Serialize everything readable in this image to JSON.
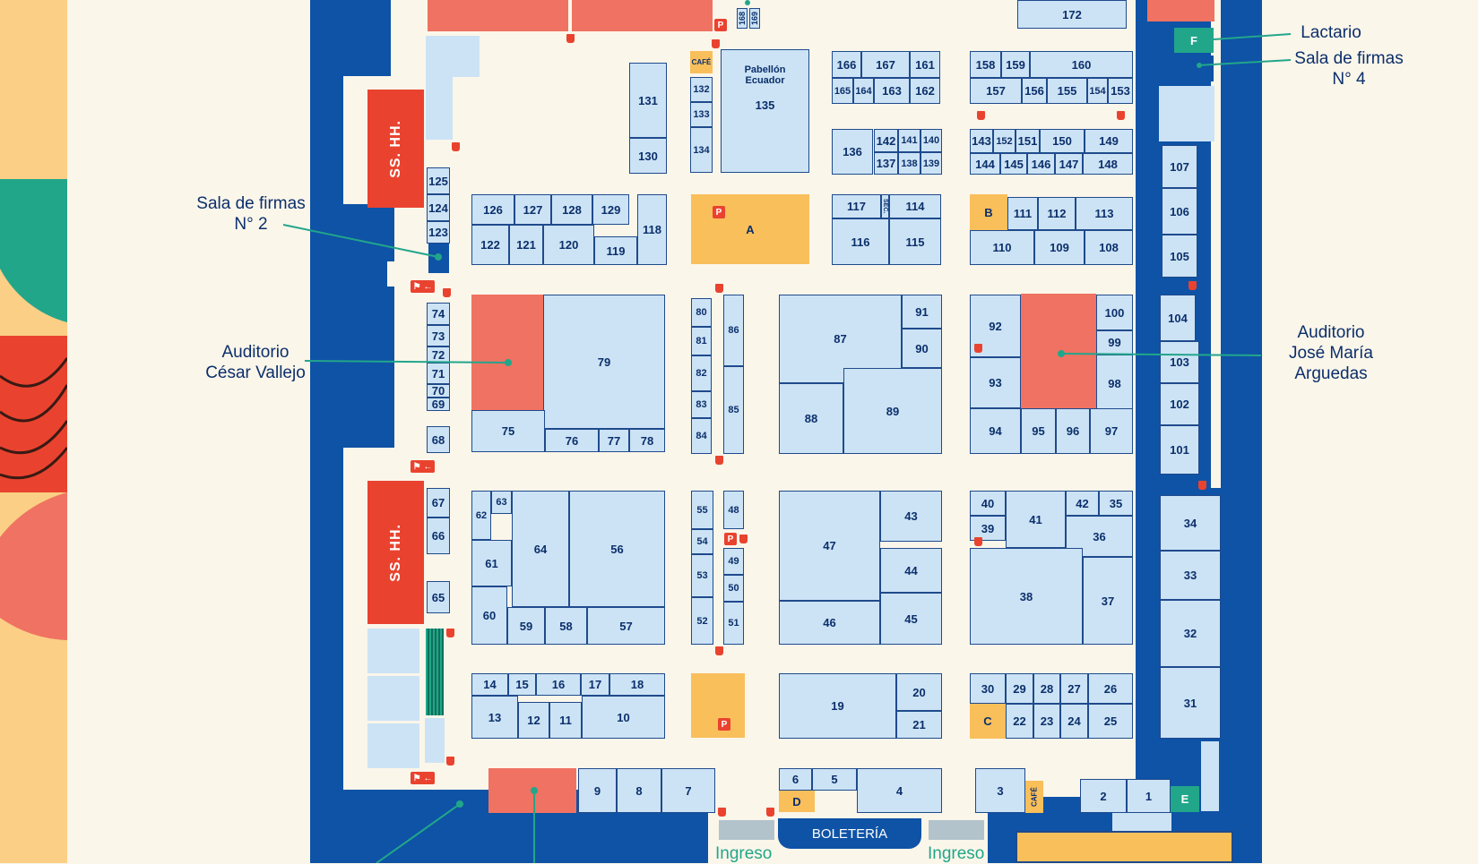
{
  "callouts": {
    "lactario": "Lactario",
    "sala4_line1": "Sala de firmas",
    "sala4_line2": "N° 4",
    "sala2_line1": "Sala de firmas",
    "sala2_line2": "N° 2",
    "cv_line1": "Auditorio",
    "cv_line2": "César Vallejo",
    "jma_line1": "Auditorio",
    "jma_line2": "José María",
    "jma_line3": "Arguedas"
  },
  "restrooms": "SS. HH.",
  "boleteria": "BOLETERÍA",
  "ingreso": "Ingreso",
  "cafe": "CAFÉ",
  "pabellon_line1": "Pabellón",
  "pabellon_line2": "Ecuador",
  "zones": {
    "a": "A",
    "b": "B",
    "c": "C",
    "d": "D",
    "e": "E",
    "f": "F"
  },
  "sec": "SEC.",
  "booth_labels": [
    "1",
    "2",
    "3",
    "4",
    "5",
    "6",
    "7",
    "8",
    "9",
    "10",
    "11",
    "12",
    "13",
    "14",
    "15",
    "16",
    "17",
    "18",
    "19",
    "20",
    "21",
    "22",
    "23",
    "24",
    "25",
    "26",
    "27",
    "28",
    "29",
    "30",
    "31",
    "32",
    "33",
    "34",
    "35",
    "36",
    "37",
    "38",
    "39",
    "40",
    "41",
    "42",
    "43",
    "44",
    "45",
    "46",
    "47",
    "48",
    "49",
    "50",
    "51",
    "52",
    "53",
    "54",
    "55",
    "56",
    "57",
    "58",
    "59",
    "60",
    "61",
    "62",
    "63",
    "64",
    "65",
    "66",
    "67",
    "68",
    "69",
    "70",
    "71",
    "72",
    "73",
    "74",
    "75",
    "76",
    "77",
    "78",
    "79",
    "80",
    "81",
    "82",
    "83",
    "84",
    "85",
    "86",
    "87",
    "88",
    "89",
    "90",
    "91",
    "92",
    "93",
    "94",
    "95",
    "96",
    "97",
    "98",
    "99",
    "100",
    "101",
    "102",
    "103",
    "104",
    "105",
    "106",
    "107",
    "108",
    "109",
    "110",
    "111",
    "112",
    "113",
    "114",
    "115",
    "116",
    "117",
    "118",
    "119",
    "120",
    "121",
    "122",
    "123",
    "124",
    "125",
    "126",
    "127",
    "128",
    "129",
    "130",
    "131",
    "132",
    "133",
    "134",
    "135",
    "136",
    "137",
    "138",
    "139",
    "140",
    "141",
    "142",
    "143",
    "144",
    "145",
    "146",
    "147",
    "148",
    "149",
    "150",
    "151",
    "152",
    "153",
    "154",
    "155",
    "156",
    "157",
    "158",
    "159",
    "160",
    "161",
    "162",
    "163",
    "164",
    "165",
    "166",
    "167",
    "168",
    "169",
    "172"
  ],
  "colors": {
    "background": "#fbf6ea",
    "booth": "#cce3f5",
    "booth_border": "#1f4a8c",
    "wall": "#0e53a6",
    "auditorium": "#f07262",
    "restroom": "#e9432f",
    "zone": "#f9bf5b",
    "lactario": "#22a68a",
    "text": "#0b2f6b"
  }
}
